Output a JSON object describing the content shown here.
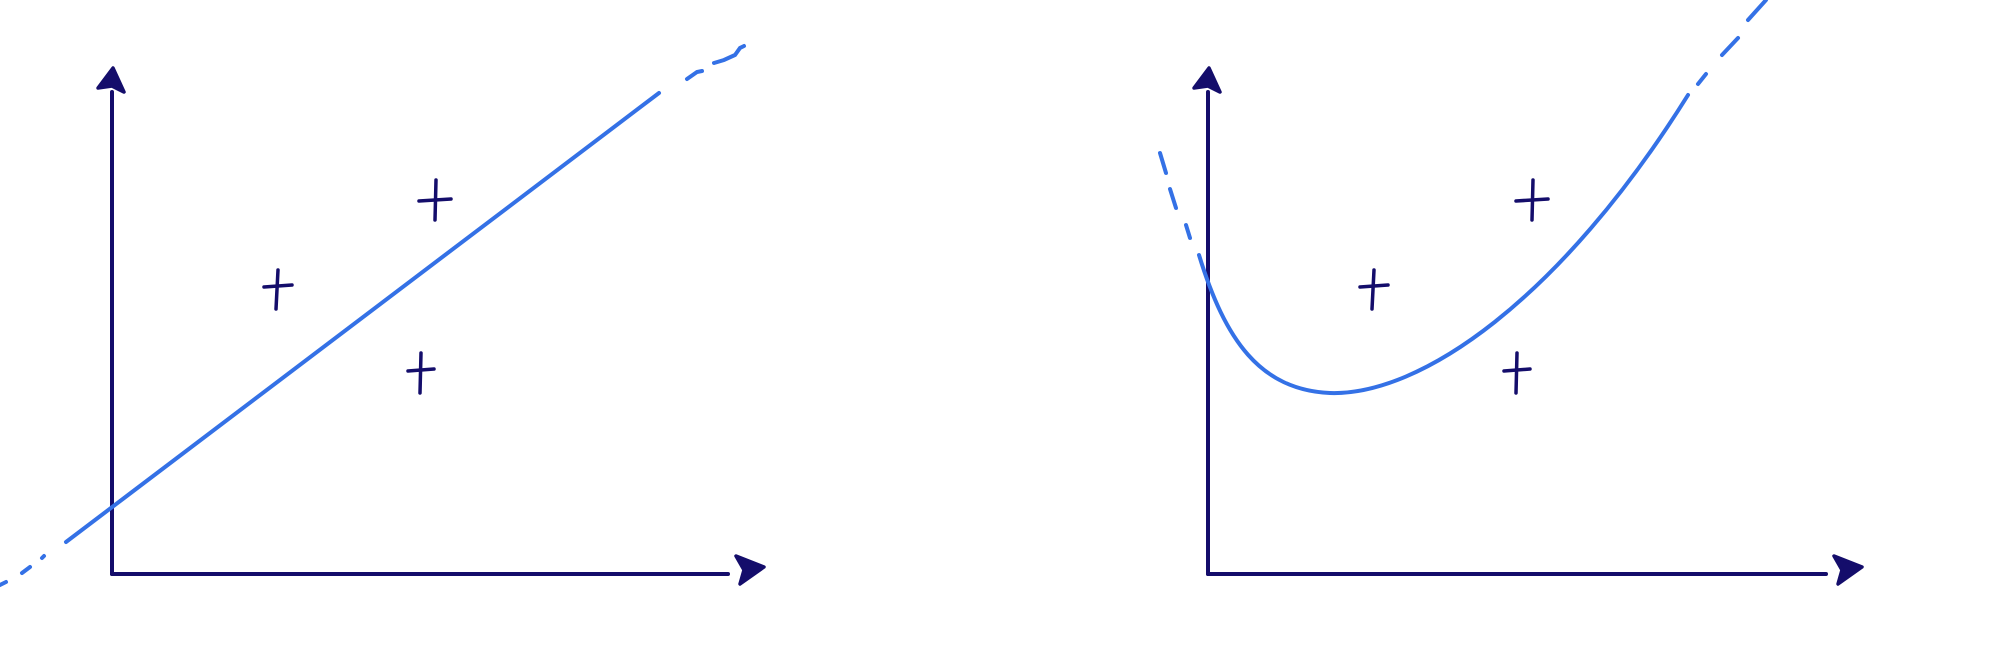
{
  "figure": {
    "colors": {
      "axis": "#140d6b",
      "points": "#140d6b",
      "fit": "#3471e6",
      "background": "#ffffff"
    },
    "panels": [
      {
        "id": "left",
        "fit_type": "linear",
        "point_marker": "plus",
        "point_count": 3
      },
      {
        "id": "right",
        "fit_type": "quadratic",
        "point_marker": "plus",
        "point_count": 3
      }
    ]
  }
}
